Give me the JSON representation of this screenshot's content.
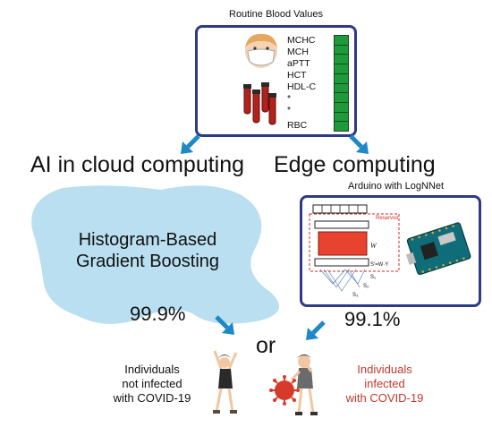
{
  "header": {
    "title": "Routine Blood Values"
  },
  "blood_values": {
    "items": [
      "MCHC",
      "MCH",
      "aPTT",
      "HCT",
      "HDL-C",
      "*",
      "*",
      "RBC"
    ]
  },
  "branches": {
    "cloud": {
      "title": "AI in cloud computing",
      "model_line1": "Histogram-Based",
      "model_line2": "Gradient Boosting",
      "accuracy": "99.9%"
    },
    "edge": {
      "title": "Edge computing",
      "device": "Arduino with LogNNet",
      "accuracy": "99.1%",
      "reservoir_label": "Reservoir",
      "w_label": "W",
      "formula": "S'=W·Y",
      "s_labels": [
        "S₁",
        "S₂",
        "S₃"
      ]
    }
  },
  "connector": {
    "or": "or"
  },
  "outcomes": {
    "not_infected": {
      "line1": "Individuals",
      "line2": "not infected",
      "line3": "with COVID-19"
    },
    "infected": {
      "line1": "Individuals",
      "line2": "infected",
      "line3": "with COVID-19"
    }
  },
  "colors": {
    "box_border": "#2f3a86",
    "arrow": "#1e88c8",
    "cloud_fill": "#b9dff0",
    "infected_text": "#c0392b",
    "bar_green": "#1f9a3a",
    "tube_red": "#b3211c",
    "virus_red": "#d63a2a",
    "reservoir_red": "#e8432e"
  },
  "icons": [
    "doctor-icon",
    "patient-mask-icon",
    "blood-tubes-icon",
    "arduino-board-icon",
    "person-cheering-icon",
    "person-virus-icon",
    "virus-icon"
  ]
}
